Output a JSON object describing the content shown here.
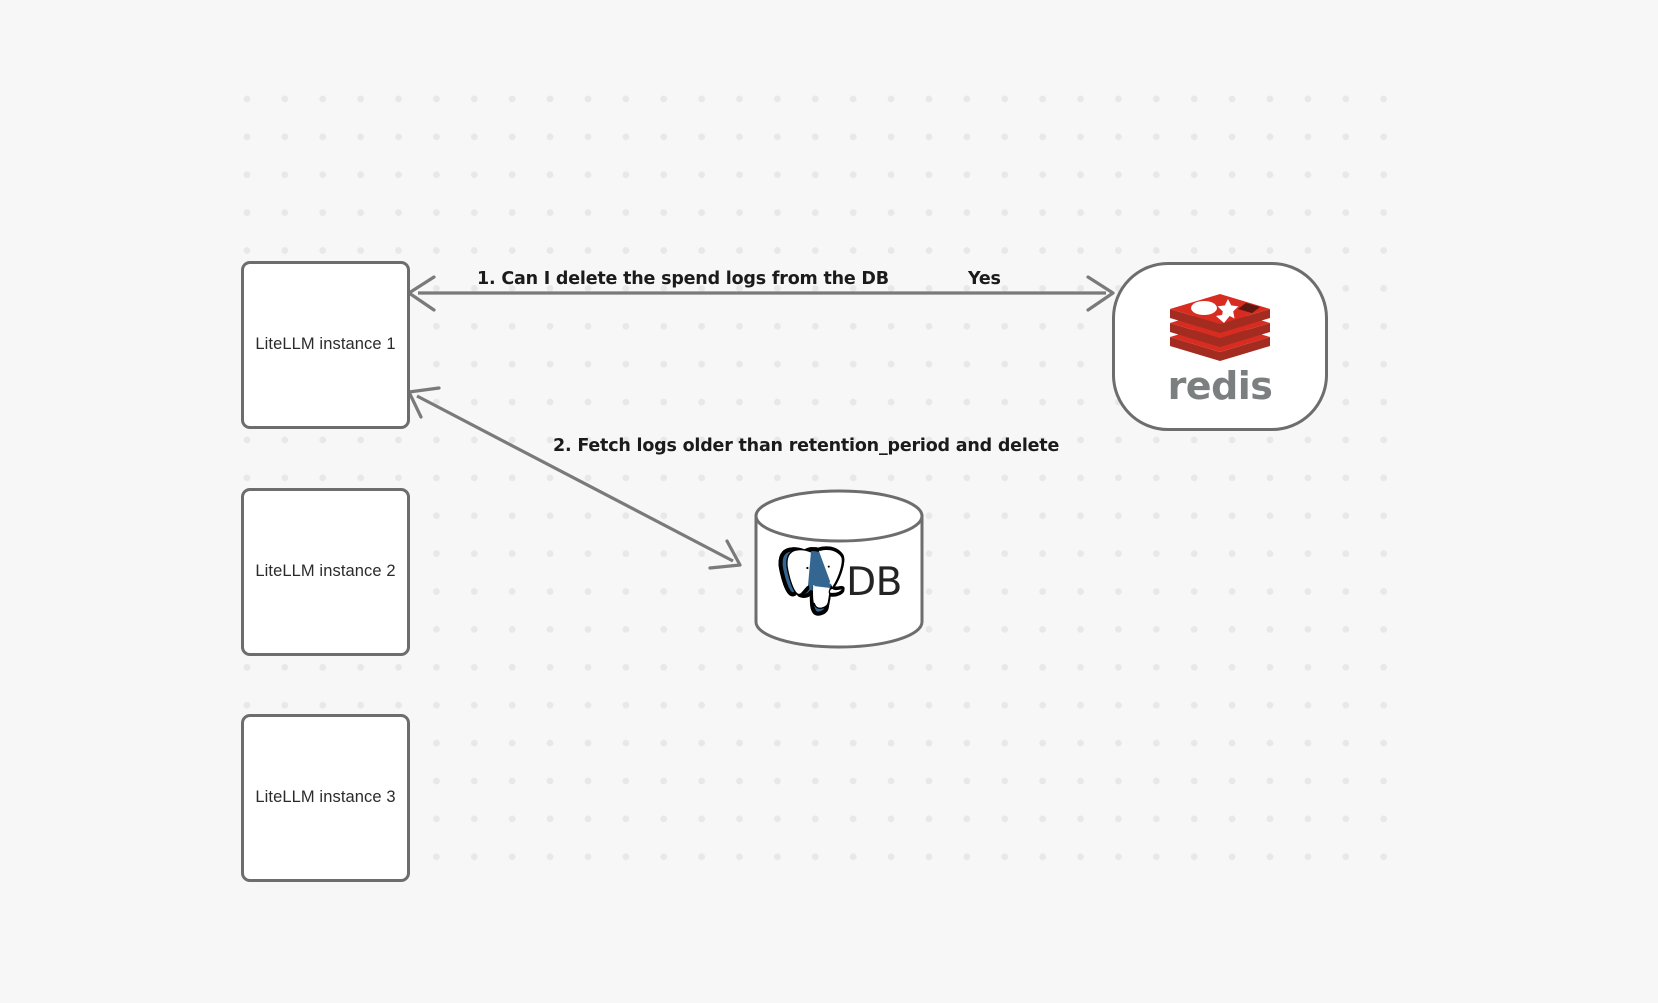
{
  "diagram": {
    "background_color": "#f7f7f7",
    "grid_dot_color": "#e7e8e9",
    "node_border_color": "#6d6d6d",
    "edge_color": "#7a7a7a",
    "nodes": {
      "llm_instances": [
        {
          "id": "litellm-instance-1",
          "label": "LiteLLM instance 1"
        },
        {
          "id": "litellm-instance-2",
          "label": "LiteLLM instance 2"
        },
        {
          "id": "litellm-instance-3",
          "label": "LiteLLM instance 3"
        }
      ],
      "redis": {
        "id": "redis-node",
        "wordmark": "redis",
        "icon": "redis-stack-icon",
        "logo_color": "#d82c20",
        "wordmark_color": "#7b7f80"
      },
      "database": {
        "id": "postgres-db-node",
        "label": "DB",
        "icon": "postgresql-elephant-icon",
        "logo_color": "#336791"
      }
    },
    "edges": [
      {
        "id": "edge-llm1-redis",
        "from": "litellm-instance-1",
        "to": "redis-node",
        "direction": "bidirectional",
        "label": "1.  Can I delete the spend logs from the DB",
        "label_secondary": "Yes"
      },
      {
        "id": "edge-llm1-db",
        "from": "litellm-instance-1",
        "to": "postgres-db-node",
        "direction": "bidirectional",
        "label": "2.  Fetch logs older than retention_period and delete"
      }
    ]
  }
}
